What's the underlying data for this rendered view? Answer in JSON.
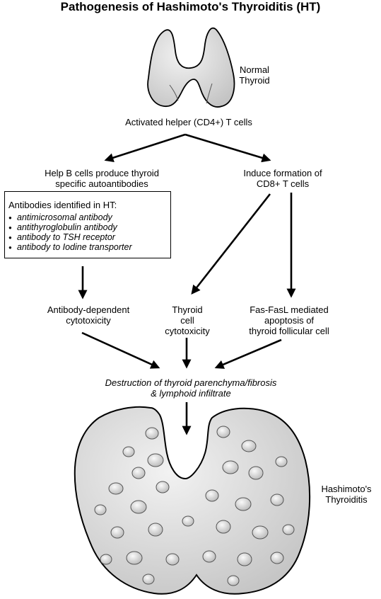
{
  "title": "Pathogenesis of Hashimoto's Thyroiditis (HT)",
  "normal_thyroid": {
    "line1": "Normal",
    "line2": "Thyroid"
  },
  "activated_t_cells": "Activated helper (CD4+) T cells",
  "help_b_cells": {
    "line1": "Help B cells produce thyroid",
    "line2": "specific autoantibodies"
  },
  "cd8_induction": {
    "line1": "Induce formation of",
    "line2": "CD8+ T cells"
  },
  "antibodies_box": {
    "heading": "Antibodies identified in HT:",
    "items": [
      "antimicrosomal antibody",
      "antithyroglobulin antibody",
      "antibody to TSH receptor",
      "antibody to Iodine transporter"
    ]
  },
  "adcc": {
    "line1": "Antibody-dependent",
    "line2": "cytotoxicity"
  },
  "thyroid_cytotoxicity": {
    "line1": "Thyroid",
    "line2": "cell",
    "line3": "cytotoxicity"
  },
  "fas_apoptosis": {
    "line1": "Fas-FasL mediated",
    "line2": "apoptosis of",
    "line3": "thyroid follicular cell"
  },
  "destruction": {
    "line1": "Destruction of thyroid parenchyma/fibrosis",
    "line2": "& lymphoid infiltrate"
  },
  "hashimoto_label": {
    "line1": "Hashimoto's",
    "line2": "Thyroiditis"
  }
}
